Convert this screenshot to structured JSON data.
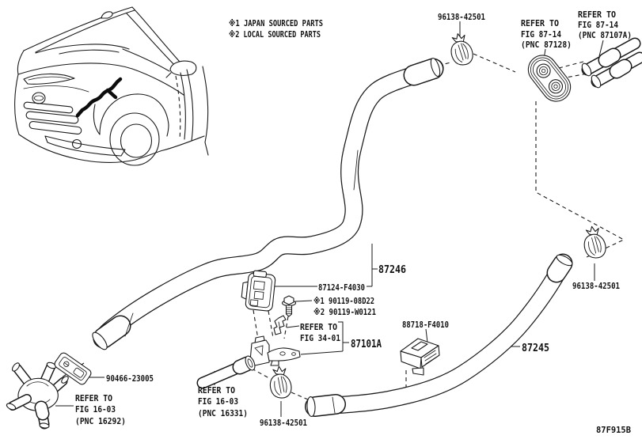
{
  "diagram": {
    "code": "87F915B",
    "legend": [
      "※1 JAPAN SOURCED PARTS",
      "※2 LOCAL SOURCED PARTS"
    ]
  },
  "labels": {
    "clamp_top": "96138-42501",
    "clamp_right": "96138-42501",
    "clamp_bottom": "96138-42501",
    "hose_inlet": "87246",
    "grommet": "87124-F4030",
    "bolt_japan": "※1 90119-08D22",
    "bolt_local": "※2 90119-W0121",
    "bracket": "87101A",
    "joint": "88718-F4010",
    "hose_outlet": "87245",
    "plate_clamp": "90466-23005",
    "refer_heater_core": {
      "line1": "REFER TO",
      "line2": "FIG 87-14",
      "line3": "(PNC 87128)"
    },
    "refer_heater_pipe": {
      "line1": "REFER TO",
      "line2": "FIG 87-14",
      "line3": "(PNC 87107A)"
    },
    "refer_clip": {
      "line1": "REFER TO",
      "line2": "FIG 34-01"
    },
    "refer_valve": {
      "line1": "REFER TO",
      "line2": "FIG 16-03",
      "line3": "(PNC 16292)"
    },
    "refer_pipe": {
      "line1": "REFER TO",
      "line2": "FIG 16-03",
      "line3": "(PNC 16331)"
    }
  },
  "colors": {
    "line": "#1a1a1a",
    "background": "#ffffff"
  }
}
